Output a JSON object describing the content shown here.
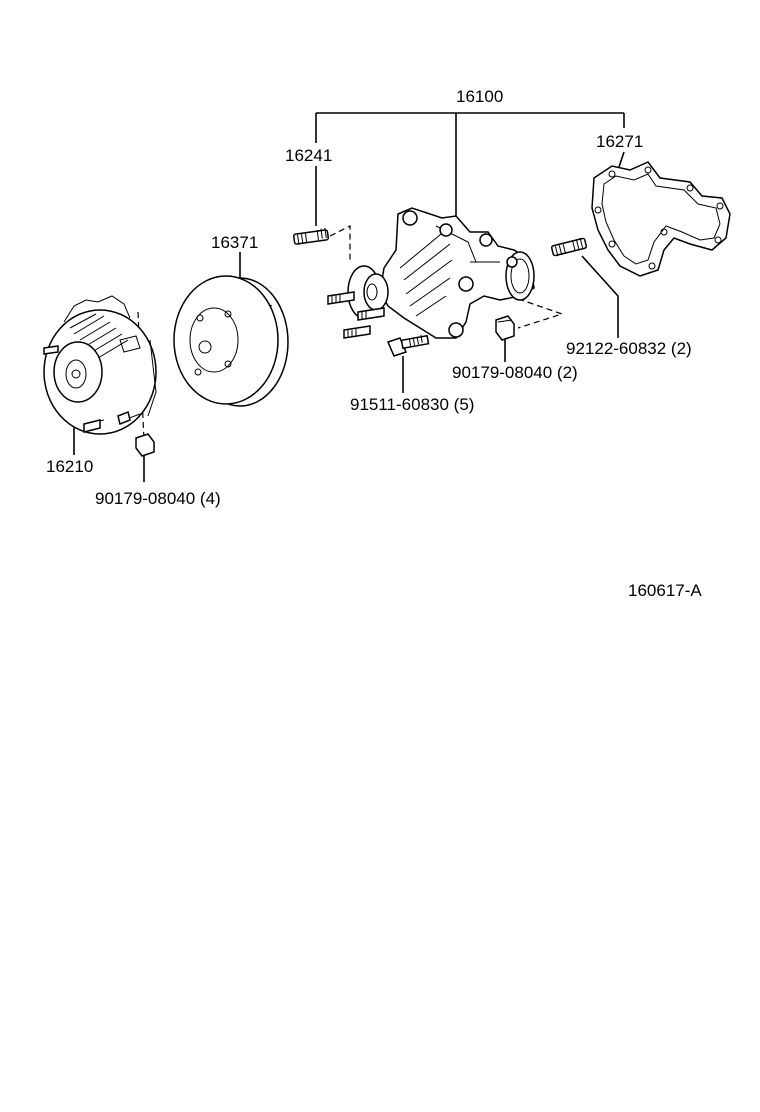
{
  "diagram": {
    "part_labels": {
      "water_pump_assy": "16100",
      "stud_bolt": "16241",
      "gasket": "16271",
      "pulley": "16371",
      "fan_coupling": "16210",
      "bolt_pump": "91511-60830 (5)",
      "nut_pump": "90179-08040 (2)",
      "stud_gasket": "92122-60832 (2)",
      "nut_coupling": "90179-08040 (4)"
    },
    "drawing_code": "160617-A"
  }
}
